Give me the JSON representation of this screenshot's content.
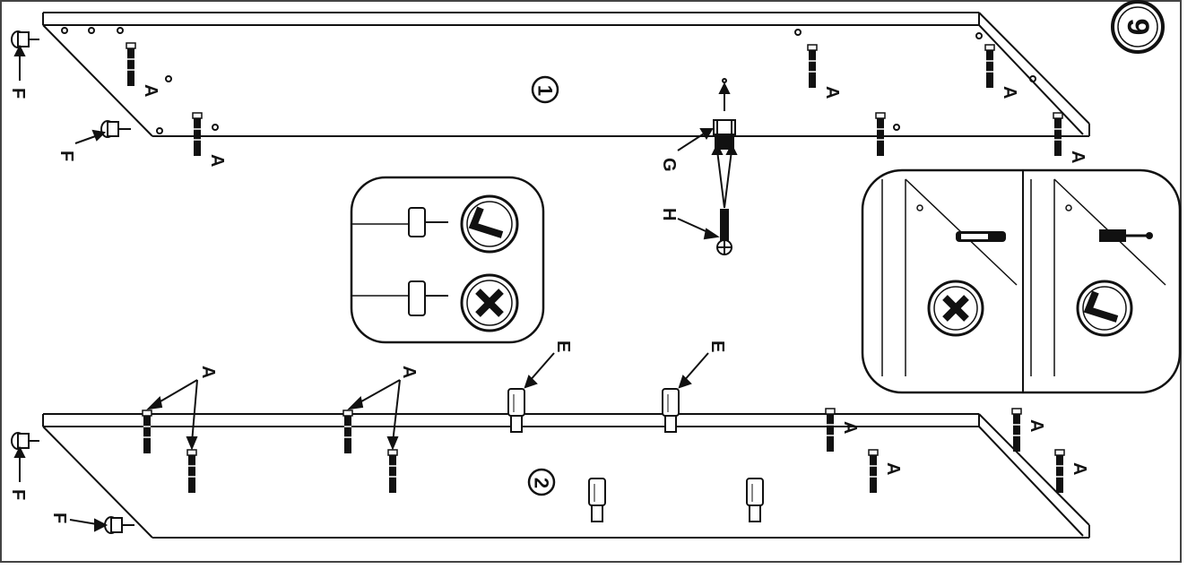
{
  "step_number": "9",
  "panel_1": {
    "number": "1"
  },
  "panel_2": {
    "number": "2"
  },
  "part_labels": {
    "A": "A",
    "E": "E",
    "F": "F",
    "G": "G",
    "H": "H"
  },
  "callouts": {
    "dowel_check": {
      "correct_icon": "check-icon",
      "wrong_icon": "cross-icon"
    },
    "cam_check": {
      "wrong_icon": "cross-icon",
      "correct_icon": "check-icon"
    }
  },
  "colors": {
    "line": "#111111",
    "background": "#ffffff",
    "frame": "#444444"
  }
}
